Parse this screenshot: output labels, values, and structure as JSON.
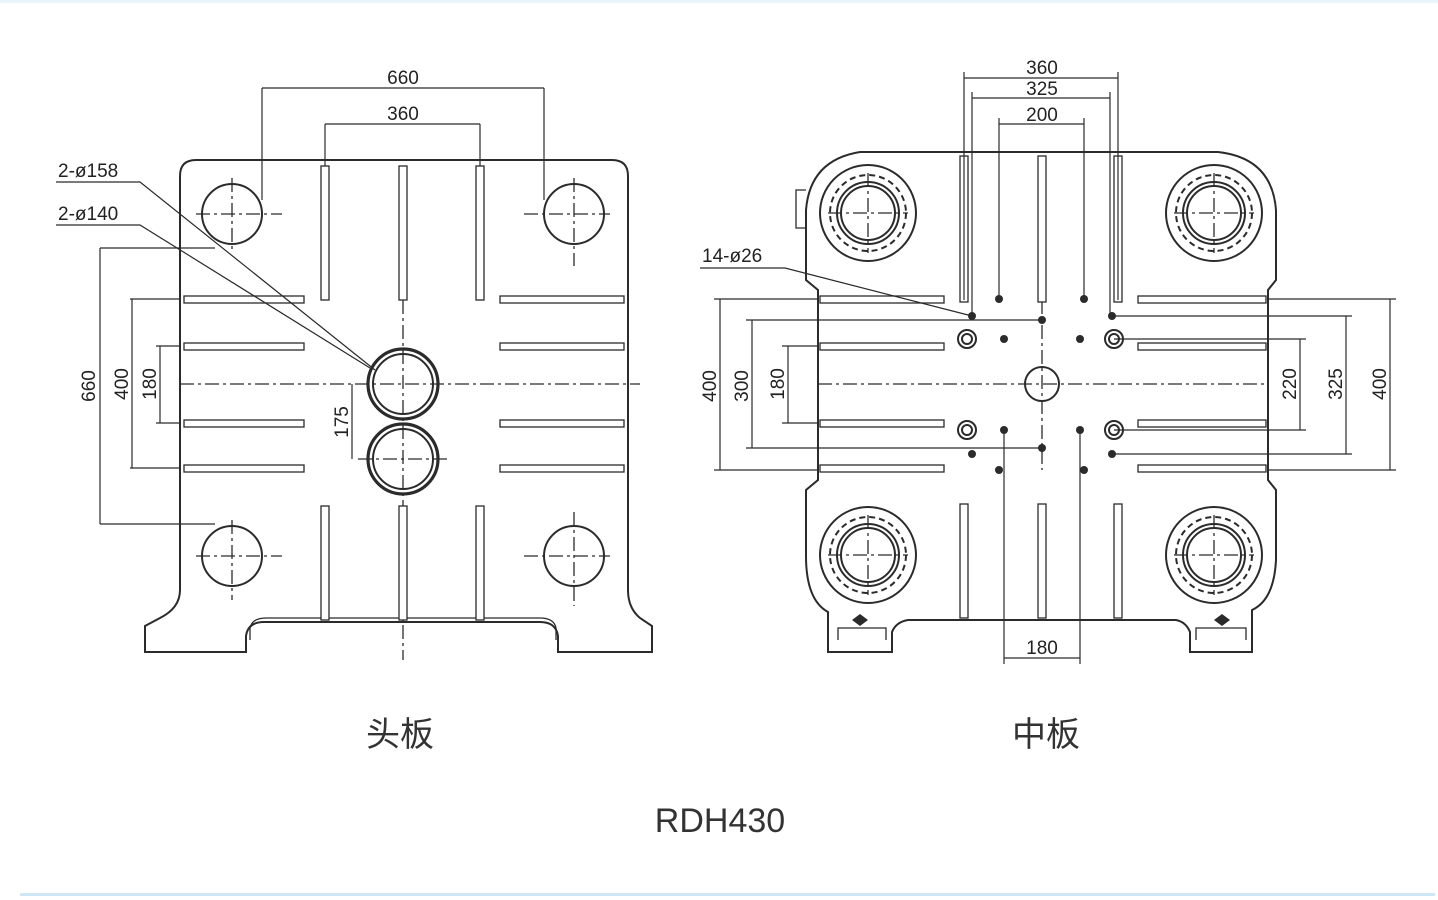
{
  "model": "RDH430",
  "head_plate": {
    "caption": "头板",
    "dims": {
      "top_outer": "660",
      "top_inner": "360",
      "hole_large": "2-ø158",
      "hole_small": "2-ø140",
      "left_outer": "660",
      "left_mid": "400",
      "left_inner": "180",
      "nozzle_gap": "175"
    }
  },
  "middle_plate": {
    "caption": "中板",
    "dims": {
      "top_1": "360",
      "top_2": "325",
      "top_3": "200",
      "holes": "14-ø26",
      "left_outer": "400",
      "left_mid": "300",
      "left_inner": "180",
      "right_inner": "220",
      "right_mid": "325",
      "right_outer": "400",
      "bottom": "180"
    }
  },
  "colors": {
    "line": "#2b2b2b",
    "text": "#333333",
    "divider": "#cfe6f5"
  }
}
